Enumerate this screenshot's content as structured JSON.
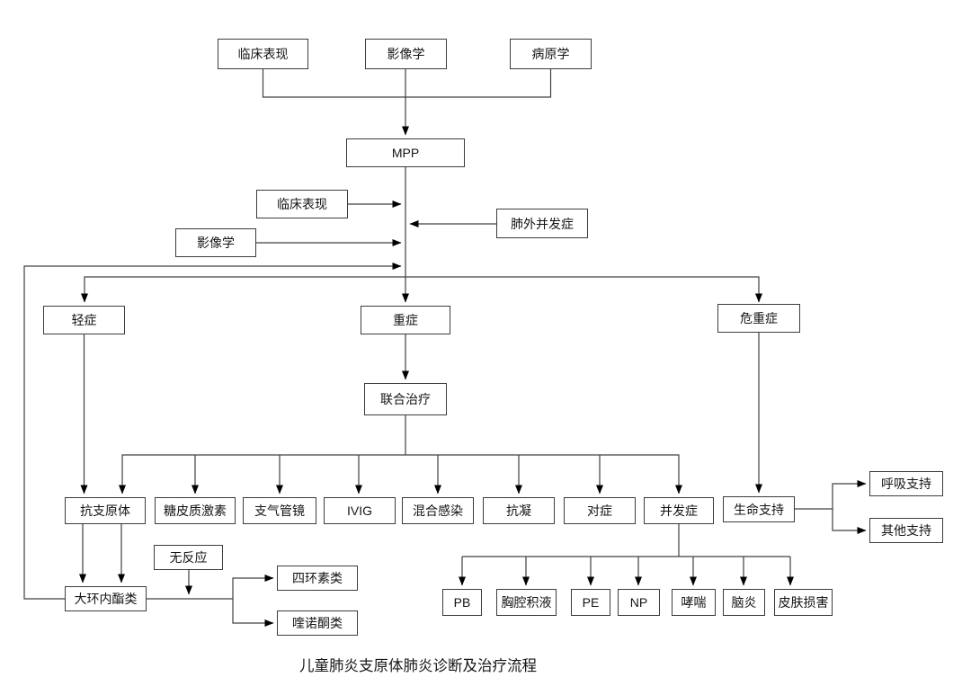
{
  "title": "儿童肺炎支原体肺炎诊断及治疗流程",
  "nodes": {
    "clinical_top": "临床表现",
    "imaging_top": "影像学",
    "etiology_top": "病原学",
    "mpp": "MPP",
    "clinical_mid": "临床表现",
    "extrapulmonary": "肺外并发症",
    "imaging_mid": "影像学",
    "mild": "轻症",
    "severe": "重症",
    "critical": "危重症",
    "combined_therapy": "联合治疗",
    "anti_mycoplasma": "抗支原体",
    "glucocorticoid": "糖皮质激素",
    "bronchoscopy": "支气管镜",
    "ivig": "IVIG",
    "mixed_infection": "混合感染",
    "anticoagulation": "抗凝",
    "symptomatic": "对症",
    "complications": "并发症",
    "life_support": "生命支持",
    "respiratory_support": "呼吸支持",
    "other_support": "其他支持",
    "macrolides": "大环内酯类",
    "no_response": "无反应",
    "tetracyclines": "四环素类",
    "quinolones": "喹诺酮类",
    "pb": "PB",
    "pleural_effusion": "胸腔积液",
    "pe": "PE",
    "np": "NP",
    "asthma": "哮喘",
    "encephalitis": "脑炎",
    "skin_damage": "皮肤损害"
  }
}
